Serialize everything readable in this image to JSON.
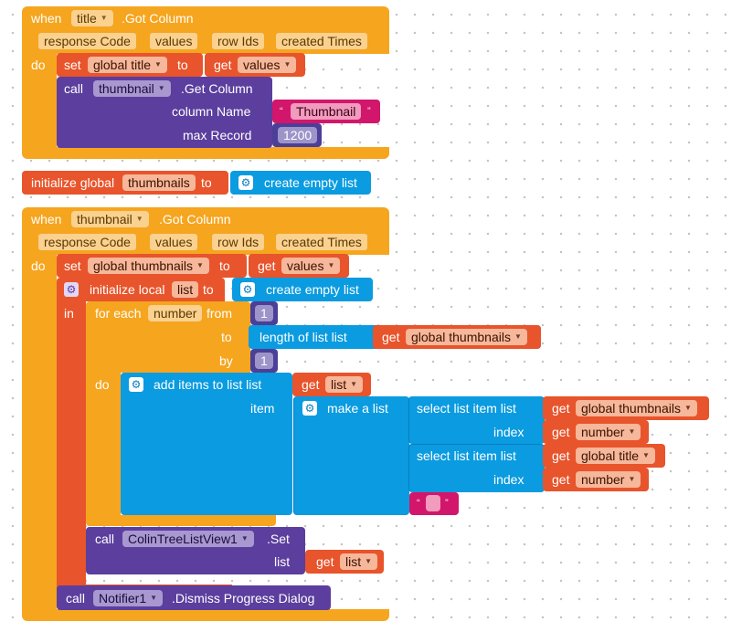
{
  "event1": {
    "when": "when",
    "component": "title",
    "event_name": ".Got Column",
    "params": [
      "response Code",
      "values",
      "row Ids",
      "created Times"
    ],
    "do": "do",
    "set_kw": "set",
    "set_var": "global title",
    "to": "to",
    "get_kw": "get",
    "get_var": "values",
    "call_kw": "call",
    "call_component": "thumbnail",
    "call_method": ".Get Column",
    "column_name_label": "column Name",
    "column_name_value": "Thumbnail",
    "max_record_label": "max Record",
    "max_record_value": "1200"
  },
  "init_global": {
    "label": "initialize global",
    "name": "thumbnails",
    "to": "to",
    "value": "create empty list"
  },
  "event2": {
    "when": "when",
    "component": "thumbnail",
    "event_name": ".Got Column",
    "params": [
      "response Code",
      "values",
      "row Ids",
      "created Times"
    ],
    "do": "do",
    "set_kw": "set",
    "set_var": "global thumbnails",
    "to": "to",
    "get_kw": "get",
    "get_var": "values",
    "init_local_label": "initialize local",
    "init_local_name": "list",
    "init_local_to": "to",
    "init_local_value": "create empty list",
    "in": "in",
    "for_each": "for each",
    "loop_var": "number",
    "from": "from",
    "from_val": "1",
    "to_label": "to",
    "length_of_list": "length of list  list",
    "length_get": "get",
    "length_var": "global thumbnails",
    "by": "by",
    "by_val": "1",
    "loop_do": "do",
    "add_items": "add items to list  list",
    "add_get": "get",
    "add_var": "list",
    "item": "item",
    "make_list": "make a list",
    "select1_label": "select list item  list",
    "select1_get": "get",
    "select1_var": "global thumbnails",
    "index1_label": "index",
    "index1_get": "get",
    "index1_var": "number",
    "select2_label": "select list item  list",
    "select2_get": "get",
    "select2_var": "global title",
    "index2_label": "index",
    "index2_get": "get",
    "index2_var": "number",
    "call1_kw": "call",
    "call1_component": "ColinTreeListView1",
    "call1_method": ".Set",
    "call1_list_label": "list",
    "call1_get": "get",
    "call1_var": "list",
    "call2_kw": "call",
    "call2_component": "Notifier1",
    "call2_method": ".Dismiss Progress Dialog"
  }
}
